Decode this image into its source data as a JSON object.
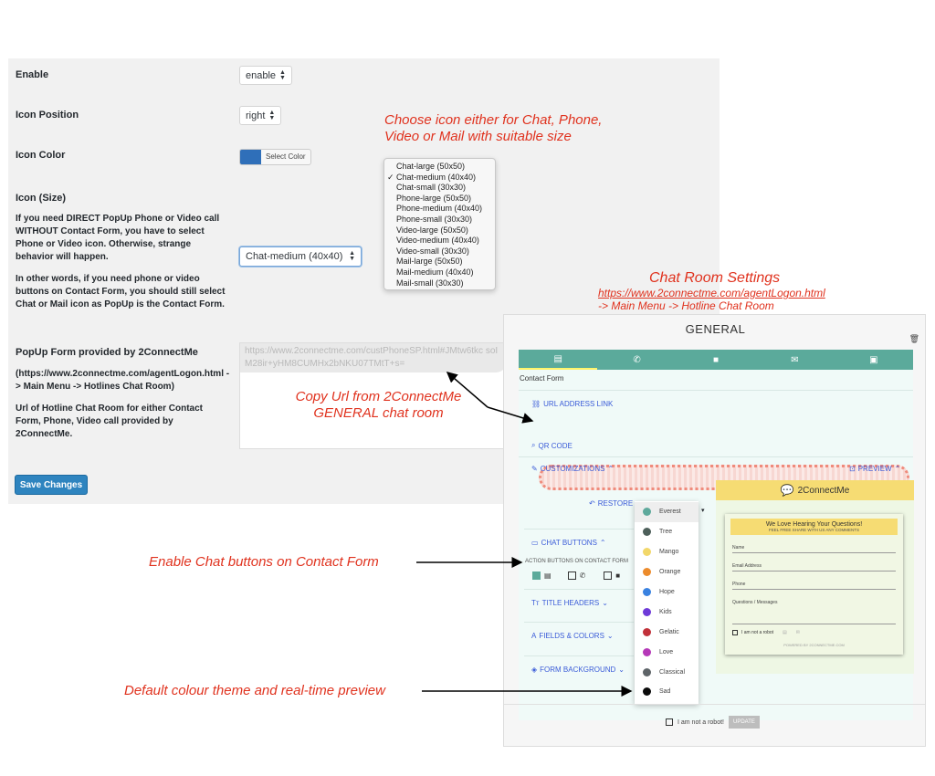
{
  "settings": {
    "enable": {
      "label": "Enable",
      "value": "enable"
    },
    "icon_position": {
      "label": "Icon Position",
      "value": "right"
    },
    "icon_color": {
      "label": "Icon Color",
      "button": "Select Color",
      "swatch": "#2f6fb9"
    },
    "icon_size": {
      "label": "Icon (Size)",
      "desc1": "If you need DIRECT PopUp Phone or Video call WITHOUT Contact Form, you have to select Phone or Video icon. Otherwise, strange behavior will happen.",
      "desc2": "In other words, if you need phone or video buttons on Contact Form, you should still select Chat or Mail icon as PopUp is the Contact Form.",
      "value": "Chat-medium (40x40)",
      "options": [
        "Chat-large (50x50)",
        "Chat-medium (40x40)",
        "Chat-small (30x30)",
        "Phone-large (50x50)",
        "Phone-medium (40x40)",
        "Phone-small (30x30)",
        "Video-large (50x50)",
        "Video-medium (40x40)",
        "Video-small (30x30)",
        "Mail-large (50x50)",
        "Mail-medium (40x40)",
        "Mail-small (30x30)"
      ],
      "checkmark": "✓"
    },
    "popup": {
      "label": "PopUp Form provided by 2ConnectMe",
      "desc1": "(https://www.2connectme.com/agentLogon.html -> Main Menu -> Hotlines Chat Room)",
      "desc2": "Url of Hotline Chat Room for either Contact Form, Phone, Video call provided by 2ConnectMe.",
      "url_value": "https://www.2connectme.com/custPhoneSP.html#JMtw6tkc soIM28ir+yHM8CUMHx2bNKU07TMtT+s="
    },
    "save_label": "Save Changes"
  },
  "annotations": {
    "choose_icon": "Choose icon either for Chat, Phone, Video or Mail with suitable size",
    "chat_room_title": "Chat Room Settings",
    "chat_room_link": "https://www.2connectme.com/agentLogon.html",
    "chat_room_path": "-> Main Menu -> Hotline Chat Room",
    "copy_url": "Copy Url from 2ConnectMe GENERAL chat room",
    "enable_chat": "Enable Chat buttons on Contact Form",
    "default_colour": "Default colour theme and real-time preview"
  },
  "connectme": {
    "title": "GENERAL",
    "section_contact_form": "Contact Form",
    "url_address_link": "URL ADDRESS LINK",
    "qr_code": "QR CODE",
    "customizations": "CUSTOMIZATIONS",
    "preview": "PREVIEW",
    "restore": "RESTORE",
    "chat_buttons": "CHAT BUTTONS",
    "action_buttons": "ACTION BUTTONS ON CONTACT FORM",
    "title_headers": "TITLE HEADERS",
    "fields_colors": "FIELDS & COLORS",
    "form_background": "FORM BACKGROUND",
    "themes": [
      {
        "name": "Everest",
        "color": "#5fa99c"
      },
      {
        "name": "Tree",
        "color": "#4d5f5a"
      },
      {
        "name": "Mango",
        "color": "#f2d76a"
      },
      {
        "name": "Orange",
        "color": "#ec8b2c"
      },
      {
        "name": "Hope",
        "color": "#3a82e0"
      },
      {
        "name": "Kids",
        "color": "#6e3ad8"
      },
      {
        "name": "Gelatic",
        "color": "#c1313a"
      },
      {
        "name": "Love",
        "color": "#b538b8"
      },
      {
        "name": "Classical",
        "color": "#5e6468"
      },
      {
        "name": "Sad",
        "color": "#0a0a0a"
      }
    ],
    "brand": "2ConnectMe",
    "preview_card": {
      "heading": "We Love Hearing Your Questions!",
      "subheading": "FEEL FREE SHARE WITH US ANY COMMENTS",
      "fields": [
        "Name",
        "Email Address",
        "Phone",
        "Questions / Messages"
      ],
      "robot": "I am not a robot",
      "powered": "POWERED BY 2CONNECTME.COM"
    },
    "footer_robot": "I am not a robot!",
    "update": "UPDATE"
  }
}
